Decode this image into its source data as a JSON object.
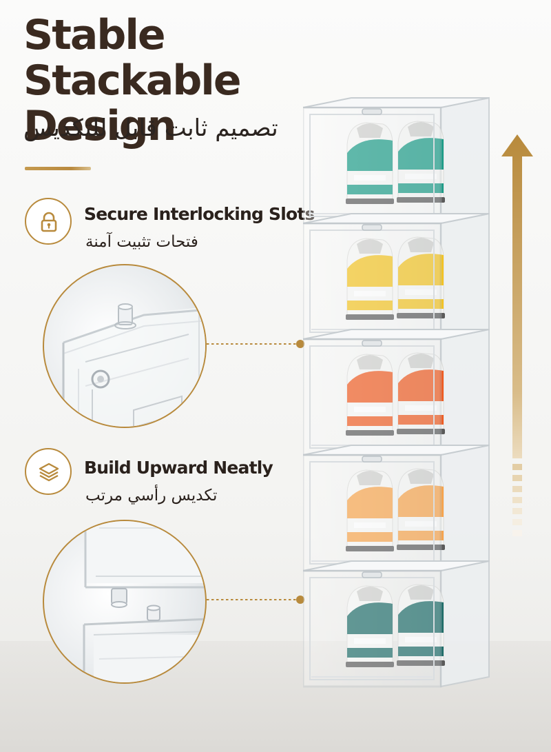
{
  "header": {
    "title_line1": "Stable Stackable",
    "title_line2": "Design",
    "title_ar": "تصميم ثابت قابل للتكديس"
  },
  "features": [
    {
      "title": "Secure Interlocking Slots",
      "title_ar": "فتحات تثبيت آمنة",
      "icon": "lock-icon"
    },
    {
      "title": "Build Upward Neatly",
      "title_ar": "تكديس رأسي مرتب",
      "icon": "layers-icon"
    }
  ],
  "colors": {
    "accent": "#b88a3c",
    "title": "#3a2a20",
    "shoe_teal": "#1a9b86",
    "shoe_yellow": "#f3c320",
    "shoe_red": "#ef5a1f",
    "shoe_orange": "#f7a34a",
    "shoe_dark_teal": "#1d6b67"
  },
  "product": {
    "box_count": 5,
    "shoe_colors": [
      "#1a9b86",
      "#f3c320",
      "#ef5a1f",
      "#f7a34a",
      "#1d6b67"
    ]
  }
}
